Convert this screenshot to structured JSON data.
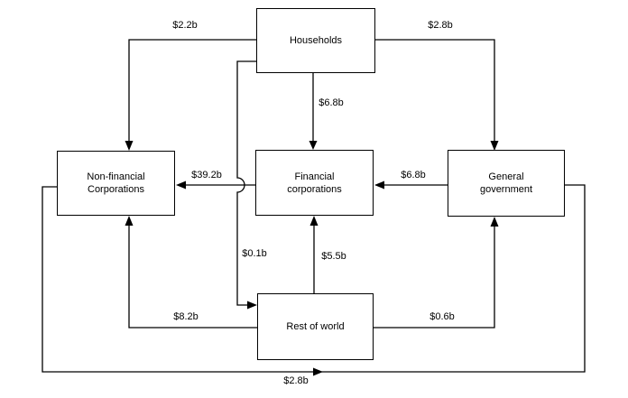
{
  "diagram": {
    "type": "flow-diagram",
    "description": "Financial flows between institutional sectors",
    "boxes": {
      "households": {
        "label": "Households"
      },
      "nonFinancial": {
        "label": "Non-financial\nCorporations"
      },
      "financial": {
        "label": "Financial\ncorporations"
      },
      "government": {
        "label": "General\ngovernment"
      },
      "restOfWorld": {
        "label": "Rest of world"
      }
    },
    "flows": [
      {
        "from": "Households",
        "to": "Non-financial Corporations",
        "amount": "$2.2b"
      },
      {
        "from": "Households",
        "to": "General government",
        "amount": "$2.8b"
      },
      {
        "from": "Households",
        "to": "Financial corporations",
        "amount": "$6.8b"
      },
      {
        "from": "Households",
        "to": "Rest of world",
        "amount": "$0.1b"
      },
      {
        "from": "Financial corporations",
        "to": "Non-financial Corporations",
        "amount": "$39.2b"
      },
      {
        "from": "General government",
        "to": "Financial corporations",
        "amount": "$6.8b"
      },
      {
        "from": "Rest of world",
        "to": "Financial corporations",
        "amount": "$5.5b"
      },
      {
        "from": "Rest of world",
        "to": "Non-financial Corporations",
        "amount": "$8.2b"
      },
      {
        "from": "Rest of world",
        "to": "General government",
        "amount": "$0.6b"
      },
      {
        "from": "Non-financial Corporations",
        "to": "General government",
        "amount": "$2.8b"
      }
    ],
    "colors": {
      "line": "#000000",
      "box_fill": "#ffffff",
      "background": "#ffffff"
    }
  }
}
